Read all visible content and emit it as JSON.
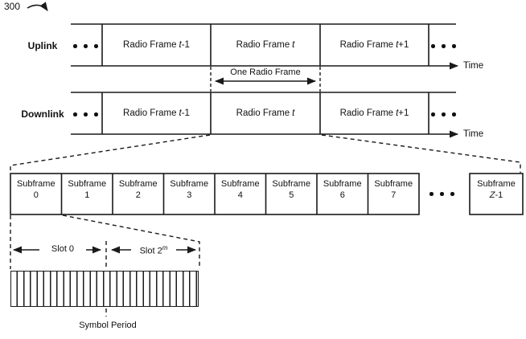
{
  "figure": {
    "ref": "300",
    "time": "Time",
    "one_radio_frame": "One Radio Frame",
    "symbol_period": "Symbol Period"
  },
  "uplink": {
    "label": "Uplink",
    "frames": [
      {
        "pre": "Radio Frame",
        "it": "t",
        "post": "-1"
      },
      {
        "pre": "Radio Frame",
        "it": "t",
        "post": ""
      },
      {
        "pre": "Radio Frame",
        "it": "t",
        "post": "+1"
      }
    ]
  },
  "downlink": {
    "label": "Downlink",
    "frames": [
      {
        "pre": "Radio Frame",
        "it": "t",
        "post": "-1"
      },
      {
        "pre": "Radio Frame",
        "it": "t",
        "post": ""
      },
      {
        "pre": "Radio Frame",
        "it": "t",
        "post": "+1"
      }
    ]
  },
  "subframes": [
    {
      "name": "Subframe",
      "it": "",
      "num": "0"
    },
    {
      "name": "Subframe",
      "it": "",
      "num": "1"
    },
    {
      "name": "Subframe",
      "it": "",
      "num": "2"
    },
    {
      "name": "Subframe",
      "it": "",
      "num": "3"
    },
    {
      "name": "Subframe",
      "it": "",
      "num": "4"
    },
    {
      "name": "Subframe",
      "it": "",
      "num": "5"
    },
    {
      "name": "Subframe",
      "it": "",
      "num": "6"
    },
    {
      "name": "Subframe",
      "it": "",
      "num": "7"
    },
    {
      "name": "Subframe",
      "it": "Z",
      "num": "-1"
    }
  ],
  "slots": {
    "slot0": "Slot 0",
    "slot2_base": "Slot 2",
    "slot2_sup": "m"
  }
}
